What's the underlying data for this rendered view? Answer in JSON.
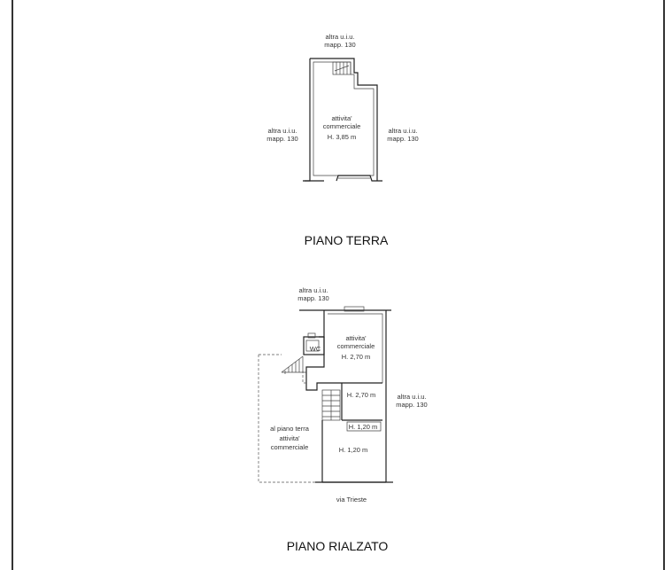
{
  "ground_floor": {
    "title": "PIANO TERRA",
    "neighbor_top": [
      "altra u.i.u.",
      "mapp. 130"
    ],
    "neighbor_left": [
      "altra u.i.u.",
      "mapp. 130"
    ],
    "neighbor_right": [
      "altra u.i.u.",
      "mapp. 130"
    ],
    "room": [
      "attivita'",
      "commerciale",
      "H. 3,85 m"
    ]
  },
  "raised_floor": {
    "title": "PIANO RIALZATO",
    "neighbor_top": [
      "altra u.i.u.",
      "mapp. 130"
    ],
    "neighbor_right": [
      "altra u.i.u.",
      "mapp. 130"
    ],
    "room_main": [
      "attivita'",
      "commerciale",
      "H. 2,70 m"
    ],
    "wc": "WC",
    "height_mid": "H. 2,70 m",
    "height_upper": "H. 1,20 m",
    "height_lower": "H. 1,20 m",
    "below_ground": [
      "al piano terra",
      "attivita'",
      "commerciale"
    ],
    "street": "via Trieste"
  }
}
